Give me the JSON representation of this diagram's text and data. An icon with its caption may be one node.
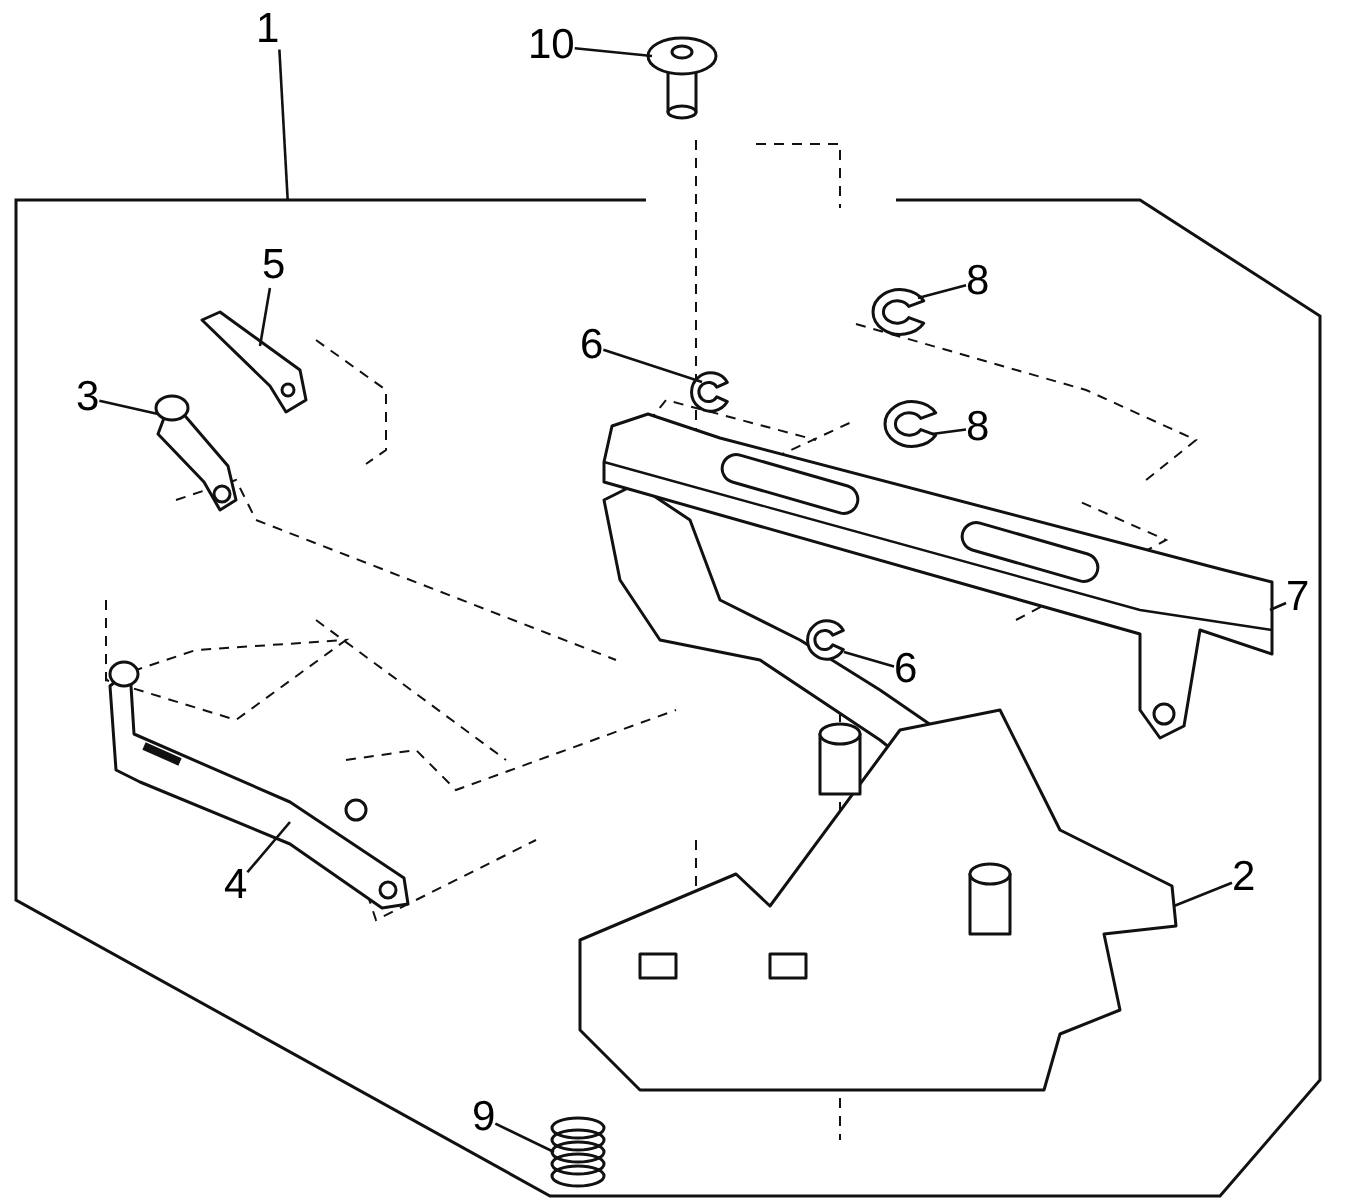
{
  "diagram": {
    "nodes": [
      {
        "text": [
          "1"
        ]
      },
      {
        "text": [],
        "shape": "box"
      },
      {
        "text": [
          "10"
        ]
      },
      {
        "text": [],
        "shape": "picture"
      },
      {
        "text": [
          "8"
        ],
        "in": 1
      },
      {
        "text": [],
        "shape": "picture",
        "in": 1
      },
      {
        "text": [
          "5"
        ],
        "in": 1
      },
      {
        "text": [],
        "shape": "picture",
        "in": 1
      },
      {
        "text": [
          "3"
        ],
        "in": 1
      },
      {
        "text": [],
        "shape": "picture",
        "in": 1
      },
      {
        "text": [
          "6"
        ],
        "in": 1
      },
      {
        "text": [],
        "shape": "picture",
        "in": 1
      },
      {
        "text": [
          "8"
        ],
        "in": 1
      },
      {
        "text": [],
        "shape": "picture",
        "in": 1
      },
      {
        "text": [
          "7"
        ],
        "in": 1
      },
      {
        "text": [],
        "shape": "picture",
        "in": 1
      },
      {
        "text": [
          "6"
        ],
        "in": 1
      },
      {
        "text": [],
        "shape": "picture",
        "in": 1
      },
      {
        "text": [
          "4"
        ],
        "in": 1
      },
      {
        "text": [],
        "shape": "picture",
        "in": 1
      },
      {
        "text": [
          "2"
        ],
        "in": 1
      },
      {
        "text": [],
        "shape": "picture",
        "in": 1
      },
      {
        "text": [
          "9"
        ],
        "in": 1
      },
      {
        "text": [],
        "shape": "picture",
        "in": 1
      }
    ],
    "edges": [
      {
        "from": 0,
        "to": 1,
        "arrow": "none"
      },
      {
        "from": 2,
        "to": 3,
        "arrow": "none"
      },
      {
        "from": 4,
        "to": 5,
        "arrow": "none"
      },
      {
        "from": 6,
        "to": 7,
        "arrow": "none"
      },
      {
        "from": 8,
        "to": 9,
        "arrow": "none"
      },
      {
        "from": 10,
        "to": 11,
        "arrow": "none"
      },
      {
        "from": 12,
        "to": 13,
        "arrow": "none"
      },
      {
        "from": 14,
        "to": 15,
        "arrow": "none"
      },
      {
        "from": 16,
        "to": 17,
        "arrow": "none"
      },
      {
        "from": 18,
        "to": 19,
        "arrow": "none"
      },
      {
        "from": 20,
        "to": 21,
        "arrow": "none"
      },
      {
        "from": 22,
        "to": 23,
        "arrow": "none"
      }
    ]
  }
}
